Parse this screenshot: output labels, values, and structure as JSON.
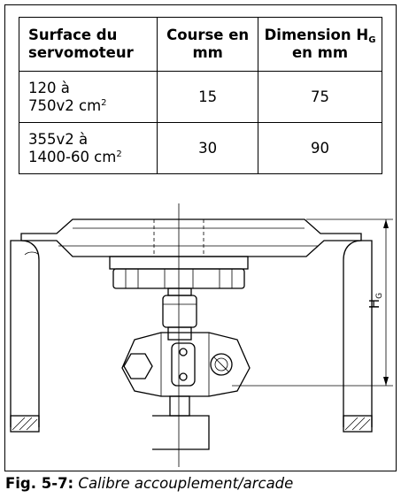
{
  "table": {
    "headers": {
      "surface": [
        "Surface du",
        "servomoteur"
      ],
      "course": [
        "Course en",
        "mm"
      ],
      "dimension": {
        "prefix": "Dimension H",
        "sub": "G",
        "suffix": "en mm"
      }
    },
    "rows": [
      {
        "surface_line1": "120 à",
        "surface_line2": "750v2 cm",
        "surface_sup": "2",
        "course": "15",
        "dimension": "75"
      },
      {
        "surface_line1": "355v2 à",
        "surface_line2": "1400-60 cm",
        "surface_sup": "2",
        "course": "30",
        "dimension": "90"
      }
    ]
  },
  "figure": {
    "dimension_label": "H",
    "dimension_sub": "G"
  },
  "caption": {
    "label": "Fig. 5-7:",
    "text": "Calibre accouplement/arcade"
  }
}
